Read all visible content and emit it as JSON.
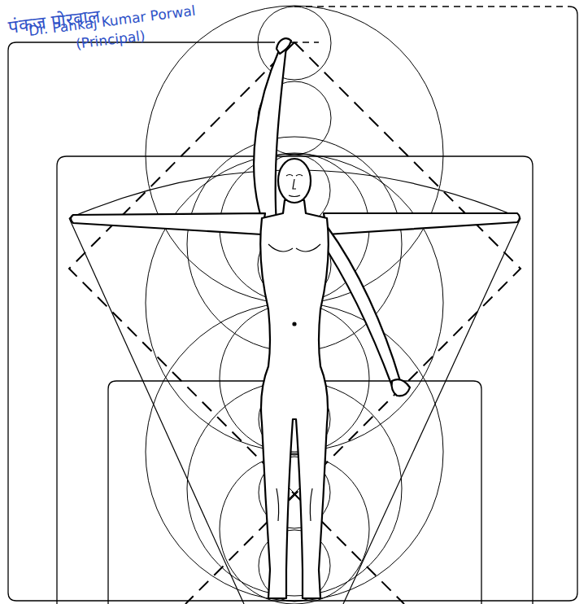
{
  "diagram": {
    "labels": [
      "पंकज पोरवाल",
      "Dr. Pankaj Kumar Porwal",
      "(Principal)"
    ]
  }
}
